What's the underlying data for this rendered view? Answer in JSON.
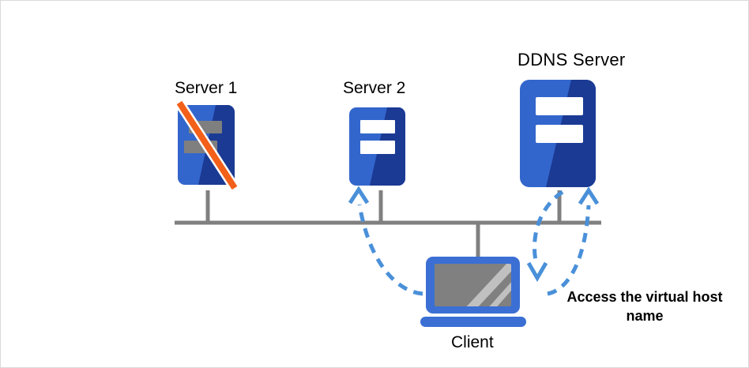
{
  "diagram": {
    "type": "network-topology",
    "background": "#ffffff",
    "border_color": "#d9d9d9",
    "colors": {
      "bus_line": "#808080",
      "server_light_blue": "#3366cc",
      "server_dark_blue": "#1b3a94",
      "server_slash_orange": "#f2601a",
      "server_bar_white": "#ffffff",
      "server_bar_gray": "#7f7f7f",
      "laptop_bezel_blue": "#3b6fd4",
      "laptop_screen_gray": "#808080",
      "laptop_glare_gray": "#c0c0c0",
      "arrow_blue": "#4a90d9",
      "text": "#000000"
    },
    "nodes": [
      {
        "id": "server-1",
        "label": "Server 1",
        "kind": "server",
        "state": "disabled",
        "bar_color": "gray",
        "has_slash": true
      },
      {
        "id": "server-2",
        "label": "Server 2",
        "kind": "server",
        "state": "active",
        "bar_color": "white",
        "has_slash": false
      },
      {
        "id": "ddns-server",
        "label": "DDNS Server",
        "kind": "server",
        "state": "active",
        "bar_color": "white",
        "has_slash": false
      },
      {
        "id": "client",
        "label": "Client",
        "kind": "laptop",
        "state": "active"
      }
    ],
    "annotations": [
      {
        "id": "access-note",
        "text": "Access the virtual host name"
      }
    ],
    "flows": [
      {
        "id": "client-to-server2",
        "from": "client",
        "to": "server-2",
        "style": "dashed-curve-arrow"
      },
      {
        "id": "client-to-ddns",
        "from": "ddns-server",
        "to": "client",
        "style": "dashed-curve-arrow"
      },
      {
        "id": "note-to-ddns",
        "from": "access-note",
        "to": "ddns-server",
        "style": "dashed-curve-arrow"
      }
    ]
  }
}
